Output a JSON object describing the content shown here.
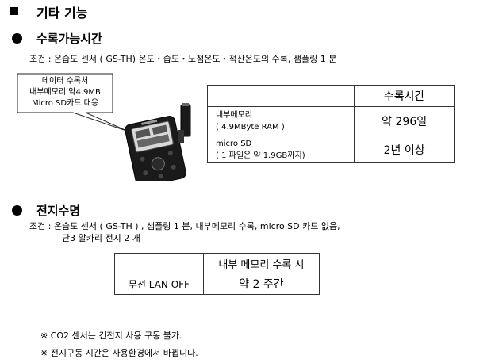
{
  "section": {
    "title": "기타 기능"
  },
  "recording": {
    "heading": "수록가능시간",
    "condition": "조건 : 온습도 센서 ( GS-TH)   온도・습도・노점온도・적산온도의 수록, 샘플링  1 분",
    "callout": [
      "데이터 수록처",
      "내부메모리 약4.9MB",
      "Micro SD카드 대응"
    ],
    "table": {
      "header": "수록시간",
      "rows": [
        {
          "label": "내부메모리",
          "sub": "( 4.9MByte RAM  )",
          "value": "약 296일"
        },
        {
          "label": "micro SD",
          "sub": "( 1 파일은 약 1.9GB까지)",
          "value": "2년 이상"
        }
      ]
    }
  },
  "battery": {
    "heading": "전지수명",
    "condition_line1": "조건 : 온습도 센서 ( GS-TH ) , 샘플링  1 분, 내부메모리 수록, micro SD 카드 없음,",
    "condition_line2": "단3 알카리 전지 2 개",
    "table": {
      "header": "내부 메모리 수록 시",
      "row_label": "무선 LAN OFF",
      "row_value": "약  2 주간"
    }
  },
  "notes": [
    "※ CO2 센서는 건전지 사용 구동 불가.",
    "※ 전지구동 시간은 사용환경에서 바뀝니다."
  ]
}
